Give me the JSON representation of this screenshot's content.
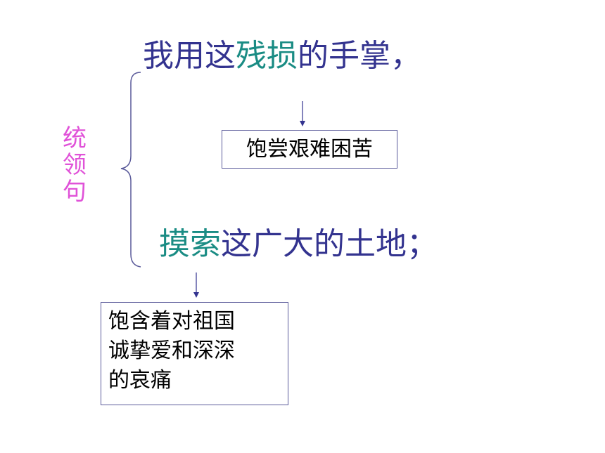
{
  "line1": {
    "prefix": "我用这",
    "highlight": "残损",
    "suffix": "的手掌，"
  },
  "line2": {
    "highlight": "摸索",
    "suffix": "这广大的土地；"
  },
  "side_label": [
    "统",
    "领",
    "句"
  ],
  "box1": {
    "text": "饱尝艰难困苦"
  },
  "box2": {
    "lines": [
      "饱含着对祖国",
      "诚挚爱和深深",
      "的哀痛"
    ]
  },
  "colors": {
    "main_text": "#33338f",
    "highlight": "#1a8c84",
    "side_label": "#e052d8",
    "box_border": "#5a5a9a",
    "arrow": "#33338f"
  }
}
